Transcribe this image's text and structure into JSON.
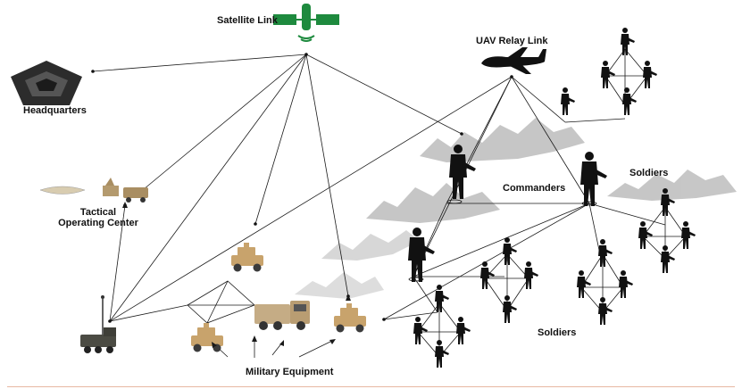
{
  "labels": {
    "satellite": "Satellite Link",
    "uav": "UAV Relay Link",
    "headquarters": "Headquarters",
    "toc_line1": "Tactical",
    "toc_line2": "Operating Center",
    "commanders": "Commanders",
    "soldiers_upper": "Soldiers",
    "soldiers_lower": "Soldiers",
    "equipment": "Military Equipment"
  },
  "icons": {
    "satellite": "satellite-icon",
    "uav": "uav-drone-icon",
    "headquarters": "pentagon-building-icon",
    "toc": "tactical-operating-center-icon",
    "vehicle": "armored-vehicle-icon",
    "truck": "military-truck-icon",
    "radar_truck": "radar-truck-icon",
    "soldier": "soldier-silhouette-icon",
    "mountains": "mountain-range-icon"
  },
  "colors": {
    "satellite": "#1e8a3e",
    "link_line": "#1a1a1a",
    "mountain": "#b9b9b9",
    "vehicle": "#c8a36c",
    "silhouette": "#111111",
    "bottom_rule": "#e7b7a2"
  }
}
